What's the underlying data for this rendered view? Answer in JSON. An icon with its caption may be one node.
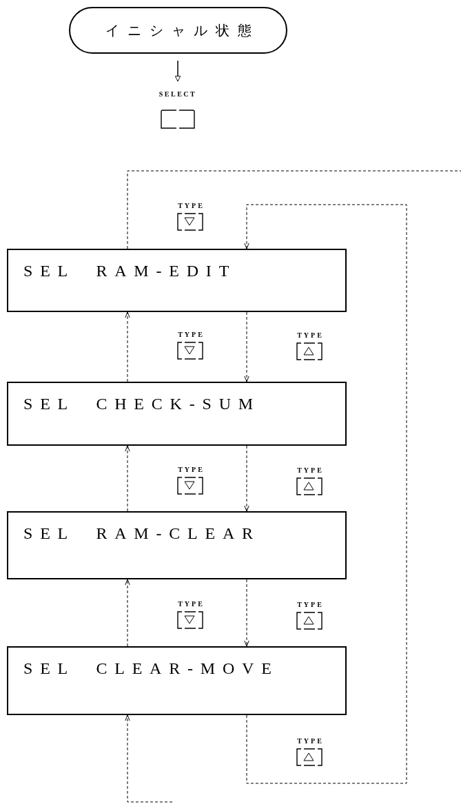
{
  "diagram": {
    "nodes": [
      {
        "text": [
          "イニシャル状態"
        ]
      },
      {
        "text": [
          "SELECT"
        ]
      },
      {
        "text": [
          "SEL RAM-EDIT"
        ]
      },
      {
        "text": [
          "SEL CHECK-SUM"
        ]
      },
      {
        "text": [
          "SEL RAM-CLEAR"
        ]
      },
      {
        "text": [
          "SEL CLEAR-MOVE"
        ]
      }
    ],
    "edges": [
      {
        "from": 0,
        "to": 1,
        "arrow": "to"
      },
      {
        "from": 2,
        "to": 3,
        "arrow": "to",
        "style": "dashed"
      },
      {
        "from": 3,
        "to": 4,
        "arrow": "to",
        "style": "dashed"
      },
      {
        "from": 4,
        "to": 5,
        "arrow": "to",
        "style": "dashed"
      },
      {
        "from": 5,
        "to": 2,
        "arrow": "to",
        "style": "dashed"
      },
      {
        "from": 3,
        "to": 2,
        "arrow": "to",
        "style": "dashed"
      },
      {
        "from": 4,
        "to": 3,
        "arrow": "to",
        "style": "dashed"
      },
      {
        "from": 5,
        "to": 4,
        "arrow": "to",
        "style": "dashed"
      },
      {
        "from": null,
        "to": 5,
        "arrow": "to",
        "style": "dashed"
      },
      {
        "from": 2,
        "to": null,
        "arrow": "none",
        "style": "dashed"
      }
    ],
    "labels": [
      "TYPE",
      "TYPE",
      "TYPE",
      "TYPE",
      "TYPE",
      "TYPE",
      "TYPE",
      "TYPE"
    ]
  }
}
